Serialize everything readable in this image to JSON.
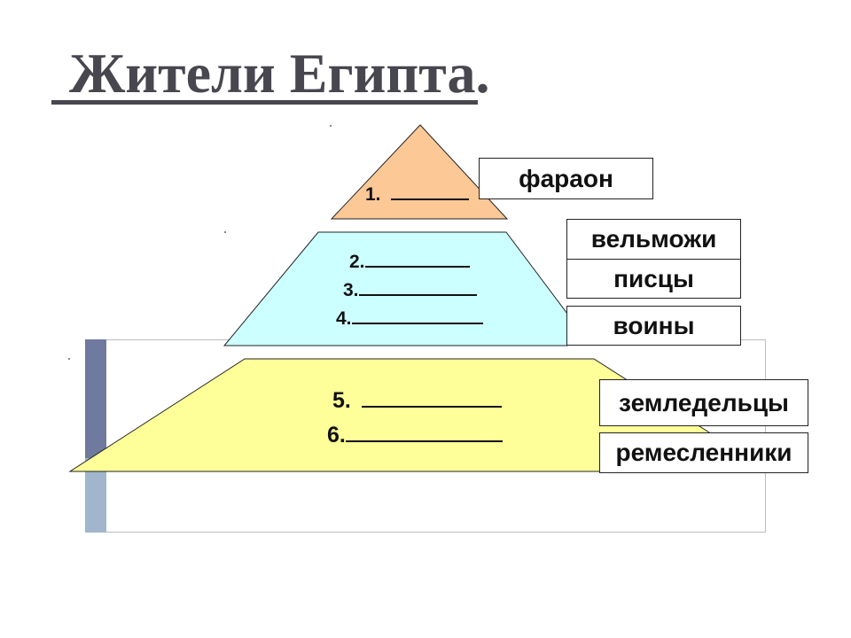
{
  "title": "Жители Египта.",
  "colors": {
    "title": "#48464f",
    "tier1_fill": "#fbc896",
    "tier2_fill": "#ccffff",
    "tier3_fill": "#ffff99",
    "frame_bar_dark": "#6f7a9e",
    "frame_bar_light": "#a1b6cc"
  },
  "pyramid": {
    "tier1": {
      "lines": [
        {
          "number": "1."
        }
      ]
    },
    "tier2": {
      "lines": [
        {
          "number": "2."
        },
        {
          "number": "3."
        },
        {
          "number": "4."
        }
      ]
    },
    "tier3": {
      "lines": [
        {
          "number": "5."
        },
        {
          "number": "6."
        }
      ]
    }
  },
  "answers": [
    {
      "label": "фараон"
    },
    {
      "label": "вельможи"
    },
    {
      "label": "писцы"
    },
    {
      "label": "воины"
    },
    {
      "label": "земледельцы"
    },
    {
      "label": "ремесленники"
    }
  ]
}
